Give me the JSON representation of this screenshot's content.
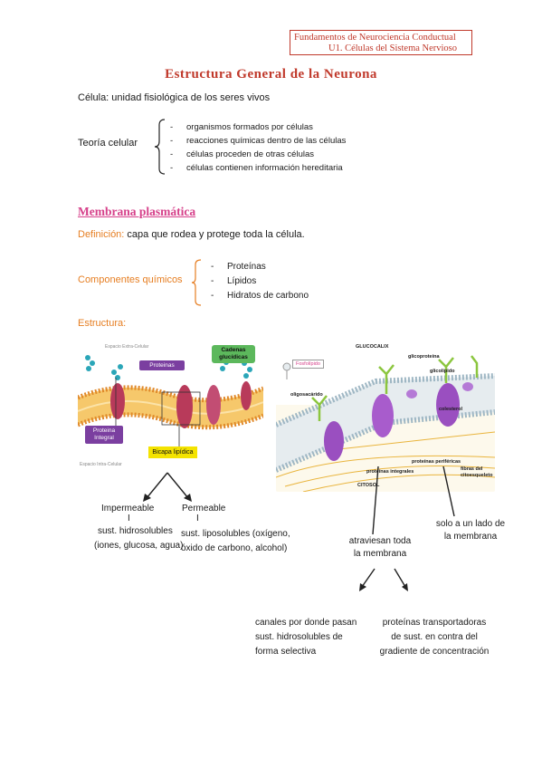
{
  "header": {
    "line1": "Fundamentos de Neurociencia Conductual",
    "line2": "U1. Células del Sistema Nervioso"
  },
  "title": "Estructura General de la Neurona",
  "celula": "Célula: unidad fisiológica de los seres vivos",
  "teoria": {
    "label": "Teoría celular",
    "items": [
      "organismos formados por células",
      "reacciones químicas dentro de las células",
      "células proceden de otras células",
      "células contienen información hereditaria"
    ]
  },
  "membrana_title": "Membrana plasmática",
  "definicion": {
    "label": "Definición:",
    "text": " capa que rodea y protege toda la célula."
  },
  "componentes": {
    "label": "Componentes químicos",
    "items": [
      "Proteínas",
      "Lípidos",
      "Hidratos de carbono"
    ]
  },
  "estructura_label": "Estructura:",
  "fig1": {
    "extra": "Espacio Extra-Celular",
    "intra": "Espacio Intra-Celular",
    "proteinas": "Proteinas",
    "cadenas": "Cadenas glucídicas",
    "integral": "Proteina Integral",
    "bicapa": "Bicapa lipídica"
  },
  "fig2": {
    "glucocalix": "GLUCOCALIX",
    "fosfolipido": "Fosfolípido",
    "glicoproteina": "glicoproteína",
    "glicolipido": "glicolípido",
    "oligosacarido": "oligosacárido",
    "colesterol": "colesterol",
    "perifericas": "proteínas periféricas",
    "integrales": "proteínas integrales",
    "fibras": "fibras del citoesqueleto",
    "citosol": "CITOSOL"
  },
  "impermeable": {
    "label": "Impermeable",
    "bar": "I",
    "text1": "sust. hidrosolubles",
    "text2": "(iones, glucosa, agua)"
  },
  "permeable": {
    "label": "Permeable",
    "bar": "I",
    "text1": "sust. liposolubles (oxígeno,",
    "text2": "óxido de carbono, alcohol)"
  },
  "atraviesan": {
    "line1": "atraviesan toda",
    "line2": "la membrana"
  },
  "solo": {
    "line1": "solo a un lado de",
    "line2": "la membrana"
  },
  "canales": {
    "line1": "canales por donde pasan",
    "line2": "sust. hidrosolubles de",
    "line3": "forma selectiva"
  },
  "transportadoras": {
    "line1": "proteínas transportadoras",
    "line2": "de sust. en contra del",
    "line3": "gradiente de concentración"
  },
  "colors": {
    "red": "#c0392b",
    "orange": "#e67e22",
    "pink": "#d6408a",
    "purple": "#7b3fa0",
    "green": "#5cb85c",
    "yellow": "#f4e300"
  }
}
